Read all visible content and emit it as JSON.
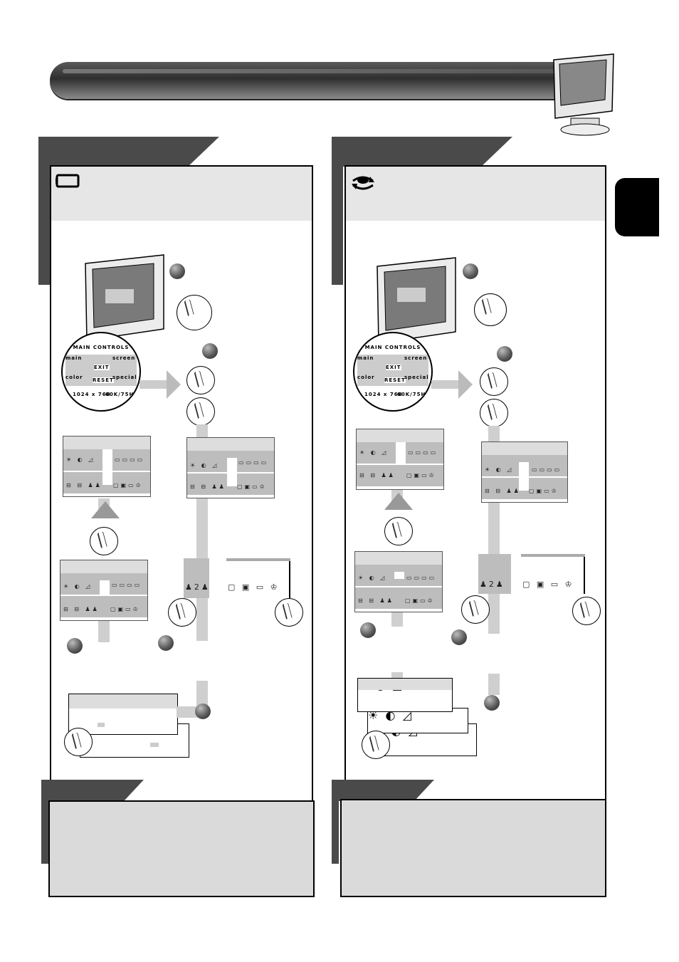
{
  "main_controls_label": "MAIN CONTROLS",
  "screen_labels": {
    "main": "main",
    "screen": "screen",
    "color": "color",
    "special": "special",
    "exit": "EXIT",
    "reset": "RESET",
    "resolution": "1024 x 768",
    "frequency": "60K/75HZ"
  },
  "icons": {
    "left_section_icon": "battery-rectangle-icon",
    "right_section_icon": "rotate-arrow-icon"
  }
}
